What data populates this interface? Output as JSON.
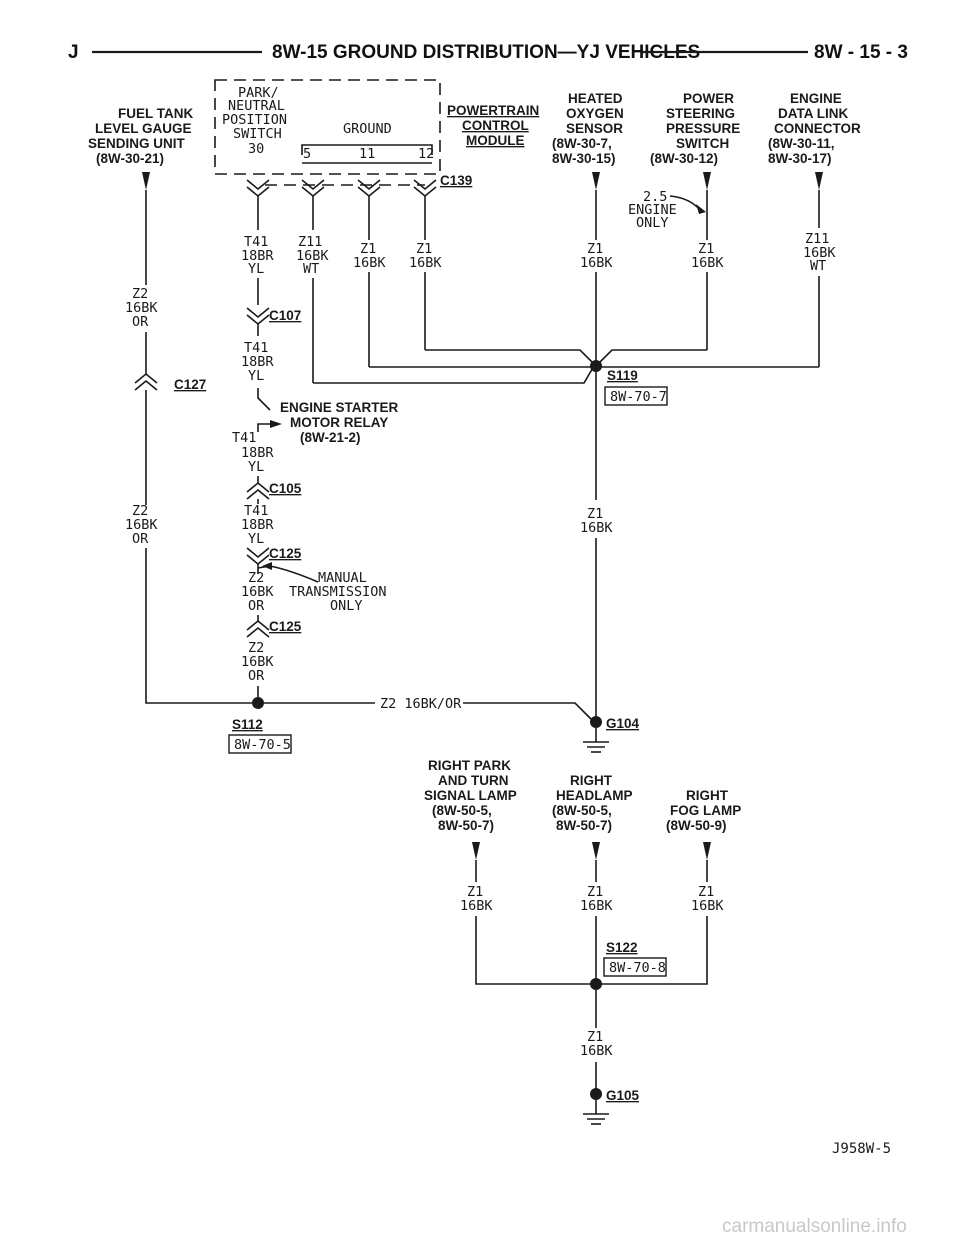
{
  "header": {
    "left": "J",
    "title": "8W-15 GROUND DISTRIBUTION—YJ VEHICLES",
    "page": "8W - 15 - 3"
  },
  "components": {
    "fuel_tank": [
      "FUEL TANK",
      "LEVEL GAUGE",
      "SENDING UNIT",
      "(8W-30-21)"
    ],
    "park_neutral": [
      "PARK/",
      "NEUTRAL",
      "POSITION",
      "SWITCH"
    ],
    "ground_label": "GROUND",
    "pin_30": "30",
    "pins": [
      "5",
      "11",
      "12"
    ],
    "pcm": [
      "POWERTRAIN",
      "CONTROL",
      "MODULE"
    ],
    "heated_o2": [
      "HEATED",
      "OXYGEN",
      "SENSOR",
      "(8W-30-7,",
      "8W-30-15)"
    ],
    "ps_switch": [
      "POWER",
      "STEERING",
      "PRESSURE",
      "SWITCH",
      "(8W-30-12)"
    ],
    "dlc": [
      "ENGINE",
      "DATA LINK",
      "CONNECTOR",
      "(8W-30-11,",
      "8W-30-17)"
    ],
    "engine_only": [
      "2.5",
      "ENGINE",
      "ONLY"
    ],
    "starter_relay": [
      "ENGINE STARTER",
      "MOTOR RELAY",
      "(8W-21-2)"
    ],
    "manual_trans": [
      "MANUAL",
      "TRANSMISSION",
      "ONLY"
    ],
    "park_turn": [
      "RIGHT PARK",
      "AND TURN",
      "SIGNAL LAMP",
      "(8W-50-5,",
      "8W-50-7)"
    ],
    "headlamp": [
      "RIGHT",
      "HEADLAMP",
      "(8W-50-5,",
      "8W-50-7)"
    ],
    "fog": [
      "RIGHT",
      "FOG LAMP",
      "(8W-50-9)"
    ]
  },
  "connectors": {
    "c139": "C139",
    "c107": "C107",
    "c127": "C127",
    "c105": "C105",
    "c125a": "C125",
    "c125b": "C125"
  },
  "splices": {
    "s119": "S119",
    "s119_ref": "8W-70-7",
    "s112": "S112",
    "s112_ref": "8W-70-5",
    "s122": "S122",
    "s122_ref": "8W-70-8"
  },
  "grounds": {
    "g104": "G104",
    "g105": "G105"
  },
  "wires": {
    "t41_a": [
      "T41",
      "18BR",
      "YL"
    ],
    "z11_a": [
      "Z11",
      "16BK",
      "WT"
    ],
    "z1_a": [
      "Z1",
      "16BK"
    ],
    "z1_b": [
      "Z1",
      "16BK"
    ],
    "z1_o2": [
      "Z1",
      "16BK"
    ],
    "z1_ps": [
      "Z1",
      "16BK"
    ],
    "z11_dlc": [
      "Z11",
      "16BK",
      "WT"
    ],
    "z2_fuel_a": [
      "Z2",
      "16BK",
      "OR"
    ],
    "z2_fuel_b": [
      "Z2",
      "16BK",
      "OR"
    ],
    "t41_b": [
      "T41",
      "18BR",
      "YL"
    ],
    "t41_c": [
      "T41",
      "18BR",
      "YL"
    ],
    "t41_d": [
      "T41",
      "18BR",
      "YL"
    ],
    "z1_mid": [
      "Z1",
      "16BK"
    ],
    "z2_mt": [
      "Z2",
      "16BK",
      "OR"
    ],
    "z2_low": [
      "Z2",
      "16BK",
      "OR"
    ],
    "z2_horiz": "Z2 16BK/OR",
    "z1_pt": [
      "Z1",
      "16BK"
    ],
    "z1_hl": [
      "Z1",
      "16BK"
    ],
    "z1_fog": [
      "Z1",
      "16BK"
    ],
    "z1_bottom": [
      "Z1",
      "16BK"
    ]
  },
  "footer": {
    "code": "J958W-5",
    "watermark": "carmanualsonline.info"
  }
}
